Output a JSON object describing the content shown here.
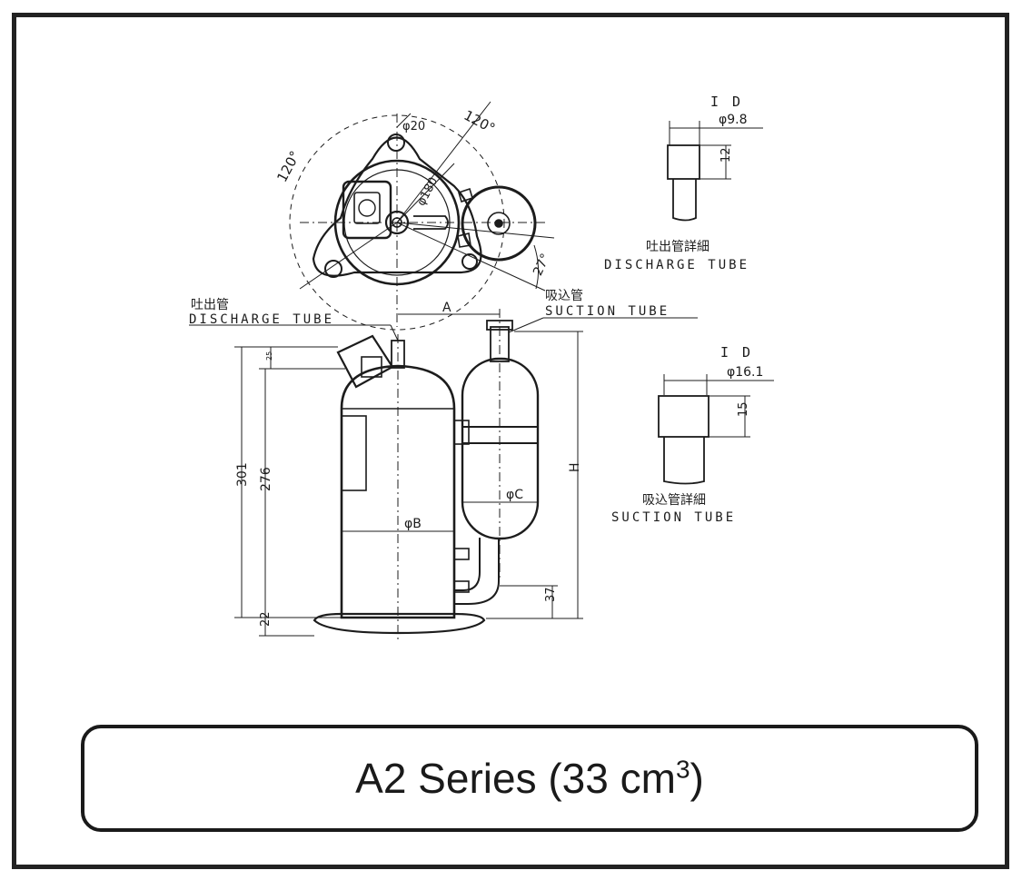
{
  "top_view": {
    "angle_left": "120°",
    "angle_right": "120°",
    "angle_small": "27°",
    "dia_small": "φ20",
    "dia_large": "φ180"
  },
  "discharge_detail": {
    "id_label": "I D",
    "id_value": "φ9.8",
    "length": "12",
    "title_jp": "吐出管詳細",
    "title_en": "DISCHARGE TUBE"
  },
  "suction_detail": {
    "id_label": "I D",
    "id_value": "φ16.1",
    "length": "15",
    "title_jp": "吸込管詳細",
    "title_en": "SUCTION TUBE"
  },
  "side_view": {
    "discharge_jp": "吐出管",
    "discharge_en": "DISCHARGE TUBE",
    "suction_jp": "吸込管",
    "suction_en": "SUCTION TUBE",
    "dim_a": "A",
    "dim_h": "H",
    "dim_b": "φB",
    "dim_c": "φC",
    "dim_301": "301",
    "dim_276": "276",
    "dim_22": "22",
    "dim_25": "25",
    "dim_37": "37"
  },
  "caption": {
    "text": "A2 Series (33 cm",
    "superscript": "3",
    "close": ")"
  }
}
